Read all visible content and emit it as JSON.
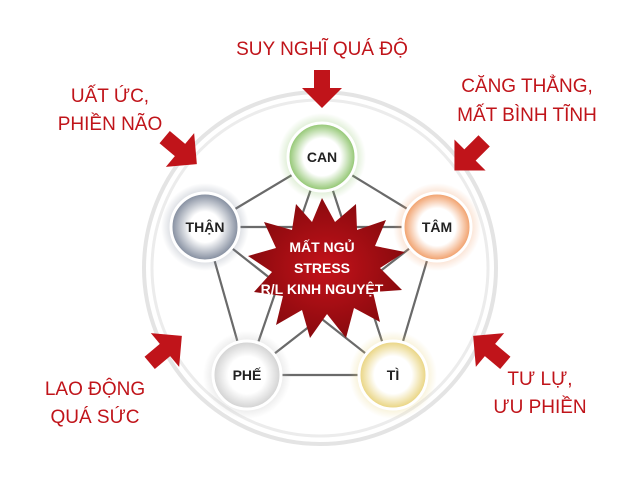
{
  "labels": {
    "top": "SUY NGHĨ QUÁ ĐỘ",
    "top_left": [
      "UẤT ỨC,",
      "PHIỀN NÃO"
    ],
    "top_right": [
      "CĂNG THẲNG,",
      "MẤT BÌNH TĨNH"
    ],
    "bottom_left": [
      "LAO ĐỘNG",
      "QUÁ SỨC"
    ],
    "bottom_right": [
      "TƯ LỰ,",
      "ƯU PHIỀN"
    ]
  },
  "nodes": {
    "can": "CAN",
    "tam": "TÂM",
    "ti": "TÌ",
    "phe": "PHẾ",
    "than": "THẬN"
  },
  "center": [
    "MẤT NGỦ",
    "STRESS",
    "R/L KINH NGUYỆT"
  ],
  "colors": {
    "accent": "#c0141a",
    "can": "#8cc36a",
    "tam": "#f09a62",
    "ti": "#e8d27a",
    "phe": "#d8d8d8",
    "than": "#8e97a8"
  }
}
